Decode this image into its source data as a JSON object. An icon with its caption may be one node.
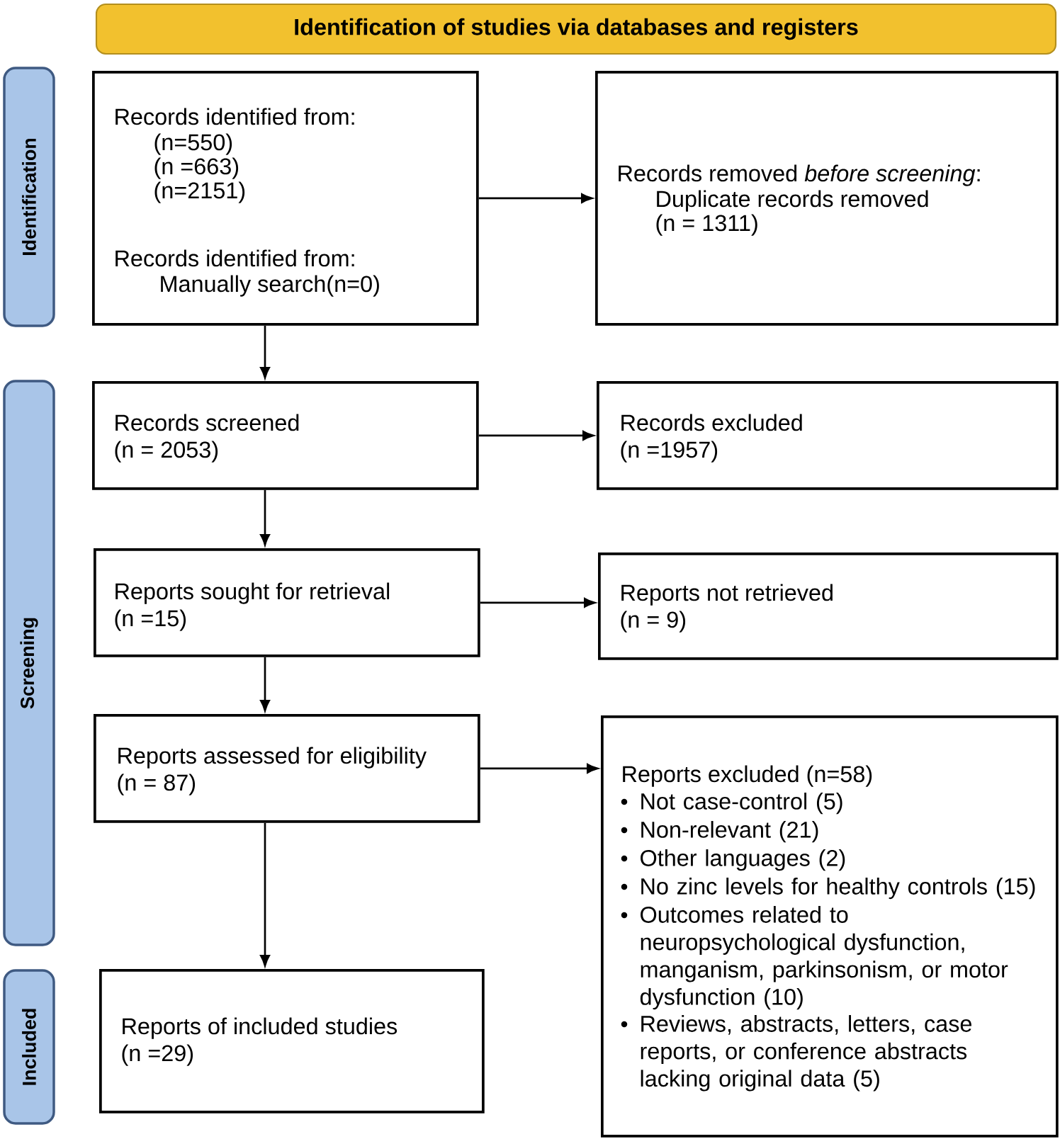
{
  "diagram": {
    "nodes": [
      {
        "text": [
          "Identification of studies via databases and registers"
        ]
      },
      {
        "text": [
          "Identification"
        ]
      },
      {
        "text": [
          "Records identified from:",
          "(n=550)",
          "(n =663)",
          "(n=2151)",
          "Records identified from:",
          "Manually search(n=0)"
        ]
      },
      {
        "text": [
          "Records removed *before screening*:",
          "Duplicate records removed",
          "(n = 1311)"
        ]
      },
      {
        "text": [
          "Screening"
        ]
      },
      {
        "text": [
          "Records screened",
          "(n = 2053)"
        ]
      },
      {
        "text": [
          "Records excluded",
          "(n =1957)"
        ]
      },
      {
        "text": [
          "Reports sought for retrieval",
          "(n =15)"
        ]
      },
      {
        "text": [
          "Reports not retrieved",
          "(n = 9)"
        ]
      },
      {
        "text": [
          "Reports assessed for eligibility",
          "(n = 87)"
        ]
      },
      {
        "text": [
          "Reports excluded (n=58)",
          "Not case-control (5)",
          "Non-relevant (21)",
          "Other languages (2)",
          "No zinc levels for healthy controls (15)",
          "Outcomes related to neuropsychological dysfunction, manganism, parkinsonism, or motor dysfunction (10)",
          "Reviews, abstracts, letters, case reports, or conference abstracts lacking original data (5)"
        ]
      },
      {
        "text": [
          "Included"
        ]
      },
      {
        "text": [
          "Reports of included studies",
          "(n =29)"
        ]
      }
    ],
    "edges": [
      {
        "from": 2,
        "to": 3,
        "arrow": "to"
      },
      {
        "from": 2,
        "to": 5,
        "arrow": "to"
      },
      {
        "from": 5,
        "to": 6,
        "arrow": "to"
      },
      {
        "from": 5,
        "to": 7,
        "arrow": "to"
      },
      {
        "from": 7,
        "to": 8,
        "arrow": "to"
      },
      {
        "from": 7,
        "to": 9,
        "arrow": "to"
      },
      {
        "from": 9,
        "to": 10,
        "arrow": "to"
      },
      {
        "from": 9,
        "to": 12,
        "arrow": "to"
      }
    ]
  }
}
